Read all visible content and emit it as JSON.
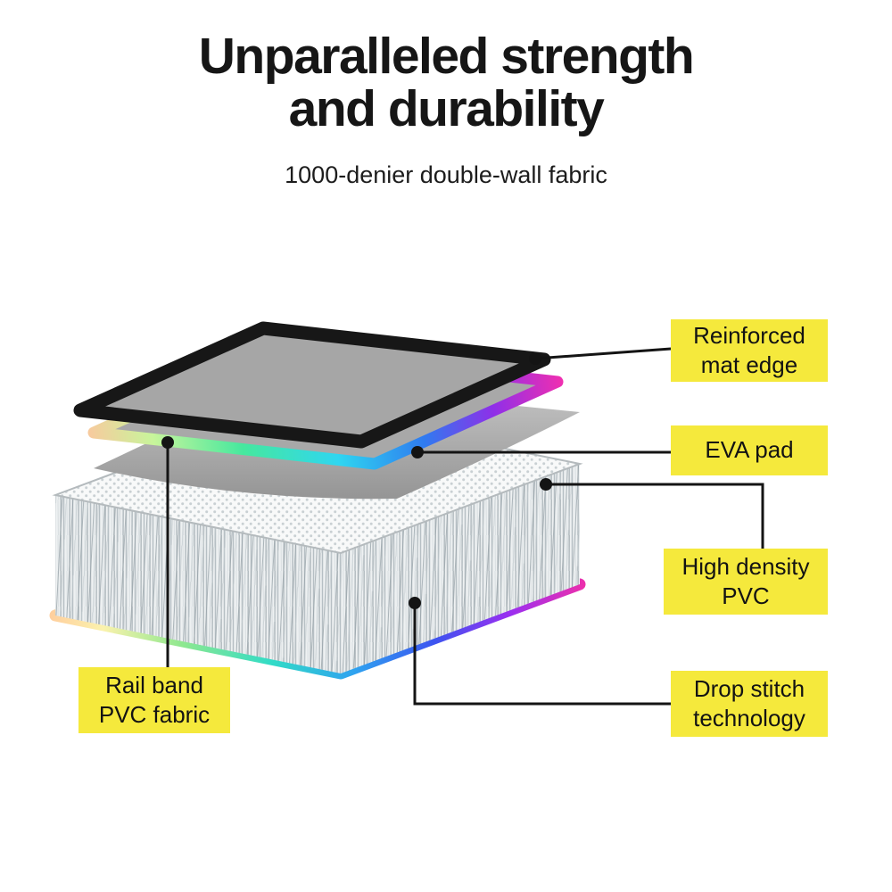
{
  "title": "Unparalleled strength\nand durability",
  "subtitle": "1000-denier double-wall fabric",
  "labels": {
    "reinforced": "Reinforced\nmat edge",
    "eva": "EVA pad",
    "high_density": "High density\nPVC",
    "drop_stitch": "Drop stitch\ntechnology",
    "rail_band": "Rail band\nPVC fabric"
  },
  "colors": {
    "label_background": "#F5E93C",
    "title_text": "#161616",
    "callout_line": "#141414",
    "mat_edge": "#171717",
    "eva_pad_gray": "#b0b0b0"
  }
}
